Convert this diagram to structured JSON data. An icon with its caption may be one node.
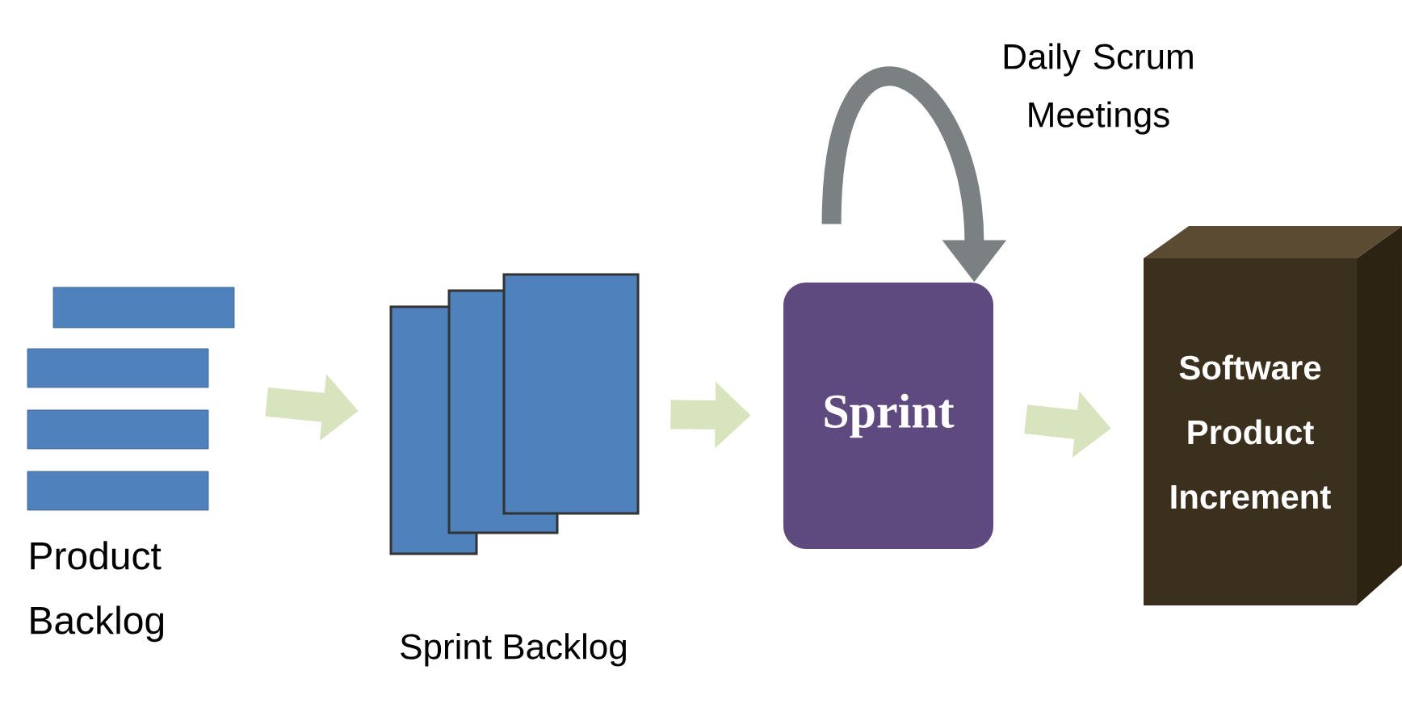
{
  "diagram": {
    "nodes": [
      {
        "text": [
          "Product Backlog"
        ]
      },
      {
        "text": [
          "Sprint Backlog"
        ]
      },
      {
        "text": [
          "Sprint"
        ]
      },
      {
        "text": [
          "Software Product Increment"
        ]
      }
    ],
    "edges": [
      {
        "from": 0,
        "to": 1,
        "arrow": "to"
      },
      {
        "from": 1,
        "to": 2,
        "arrow": "to"
      },
      {
        "from": 2,
        "to": 3,
        "arrow": "to"
      },
      {
        "from": 2,
        "to": 2,
        "arrow": "to",
        "label": "Daily Scrum Meetings",
        "color": "#7b8083"
      }
    ]
  }
}
